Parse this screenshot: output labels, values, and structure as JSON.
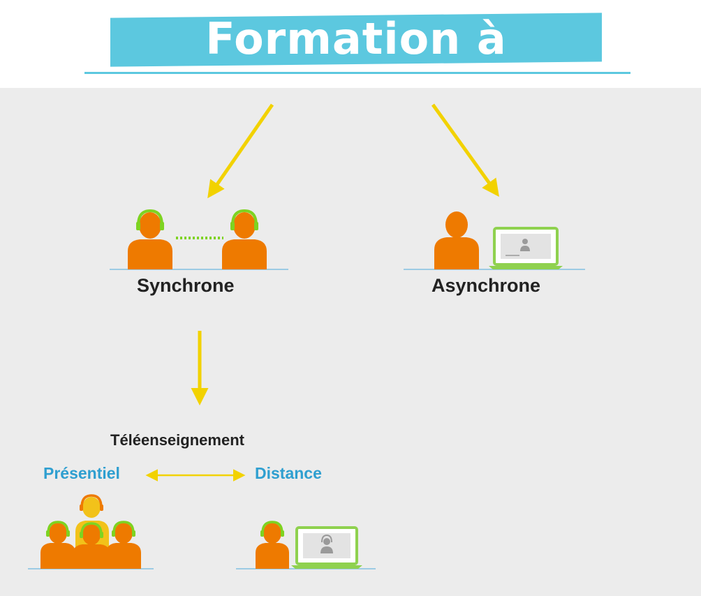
{
  "title": "Formation à distance",
  "branches": {
    "synchronous": "Synchrone",
    "asynchronous": "Asynchrone"
  },
  "sub_branch": {
    "title": "Téléenseignement",
    "left": "Présentiel",
    "right": "Distance"
  },
  "colors": {
    "title_band": "#5cc8df",
    "arrow": "#f2d200",
    "person": "#ee7a00",
    "headset": "#7ed321",
    "laptop": "#8fd14f",
    "label_blue": "#2f9fd0",
    "background": "#ececec"
  }
}
